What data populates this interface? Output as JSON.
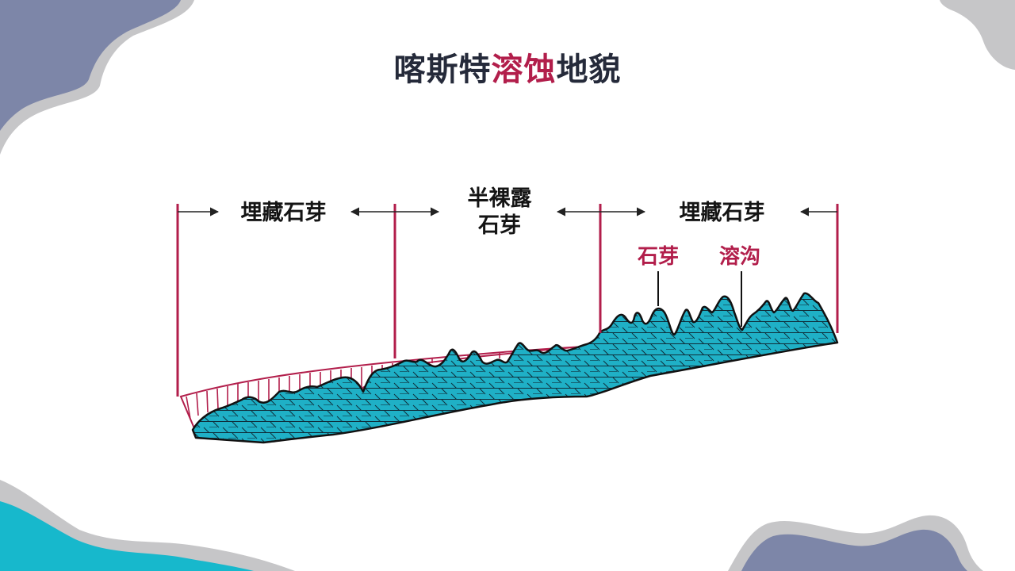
{
  "title": {
    "part1": "喀斯特",
    "highlight": "溶蚀",
    "part2": "地貌"
  },
  "zones": [
    {
      "label": "埋藏石芽"
    },
    {
      "label_line1": "半裸露",
      "label_line2": "石芽"
    },
    {
      "label": "埋藏石芽"
    }
  ],
  "annotations": {
    "karren": "石芽",
    "solution_groove": "溶沟"
  },
  "colors": {
    "accent": "#b21e4b",
    "rock_fill": "#1fb0c6",
    "title_text": "#252a3a",
    "deco_slate": "#7d86a8",
    "deco_gray": "#c6c6c8",
    "deco_cyan": "#17b8cc"
  }
}
